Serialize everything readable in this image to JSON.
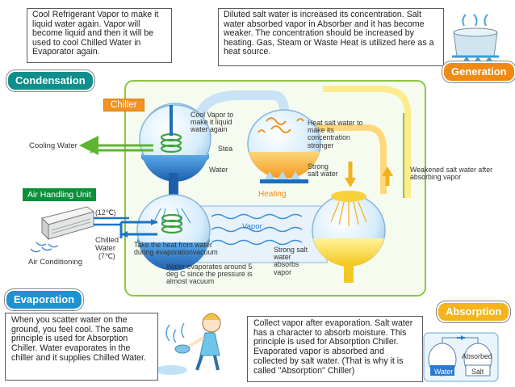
{
  "callouts": {
    "condensation_text": "Cool Refrigerant Vapor to make it liquid water again. Vapor will become liquid and then it will be used to cool Chilled Water in Evaporator again.",
    "generation_text": "Diluted salt water is increased its concentration. Salt water absorbed vapor in Absorber and it has become weaker. The concentration should be increased by heating. Gas, Steam or Waste Heat is utilized here as a heat source.",
    "evaporation_text": "When you scatter water on the ground, you feel cool. The same principle is used for Absorption Chiller. Water evaporates in the chiller and it supplies Chilled Water.",
    "absorption_text": "Collect vapor after evaporation. Salt water has a character to absorb moisture. This principle is used for Absorption Chiller. Evaporated vapor is absorbed and collected by salt water. (That is why it is called \"Absorption\" Chiller)"
  },
  "badges": {
    "condensation": "Condensation",
    "generation": "Generation",
    "evaporation": "Evaporation",
    "absorption": "Absorption"
  },
  "tags": {
    "chiller": "Chiller",
    "air_handling_unit": "Air Handling Unit"
  },
  "labels": {
    "cooling_water": "Cooling Water",
    "cool_vapor": "Cool Vapor to make it liquid water again",
    "steam": "Stea",
    "water": "Water",
    "heat_salt_water": "Heat salt water to make its concentration stronger",
    "strong_salt_water_top": "Strong salt water",
    "heating": "Heating",
    "weakened_salt_water": "Weakened salt water after absorbing vapor",
    "temp_12": "(12℃)",
    "chilled_water": "Chilled Water",
    "temp_7": "(7℃)",
    "air_conditioning": "Air Conditioning",
    "vapor": "Vapor",
    "take_heat": "Take the heat from water during evaporationvacuum",
    "strong_salt_absorbs": "Strong salt water absorbs vapor",
    "water_evaporates": "Water evaporates around 5 deg C since the pressure is almost vacuum",
    "mini_absorbed": "Absorbed",
    "mini_water": "Water",
    "mini_salt": "Salt"
  },
  "colors": {
    "green_badge": "#0f8e8c",
    "orange_badge": "#f08a14",
    "blue_badge": "#1a93cf",
    "pipe_green": "#7cc242",
    "chilled_blue": "#1b74c4",
    "yellow_salt": "#f7d23a"
  }
}
